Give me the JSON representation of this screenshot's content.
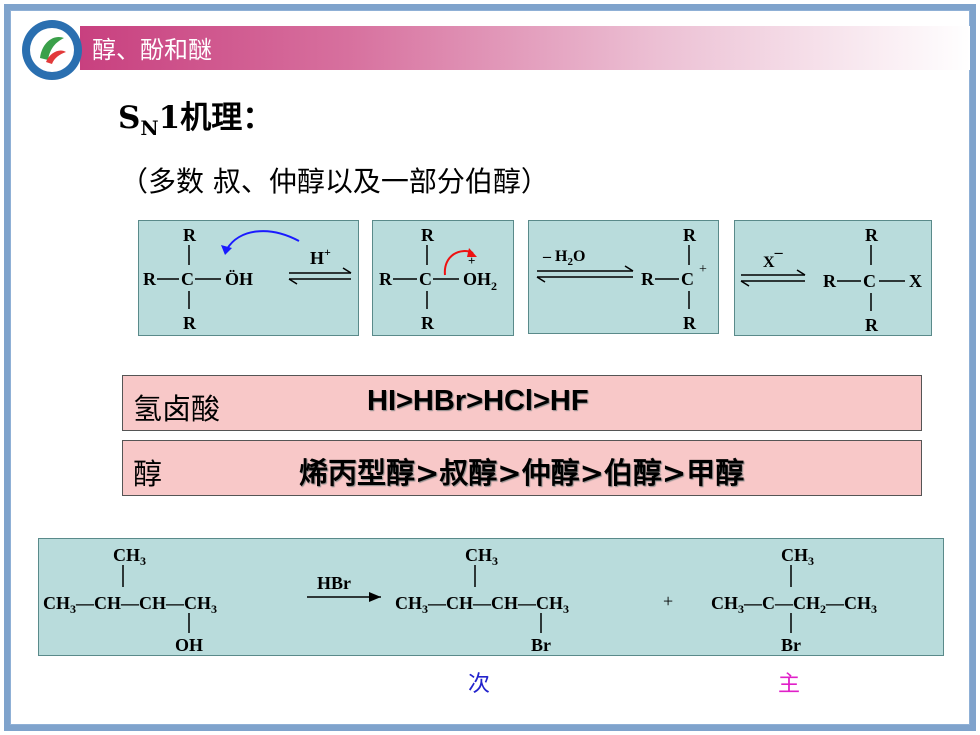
{
  "slide": {
    "title": "醇、酚和醚",
    "heading_main": "S",
    "heading_sub": "N",
    "heading_rest": "1机理：",
    "subtitle": "（多数 叔、仲醇以及一部分伯醇）"
  },
  "mechanism": {
    "step1": {
      "r_top": "R",
      "r_left": "R",
      "carbon": "C",
      "oh": "ÖH",
      "r_bottom": "R",
      "reagent": "H",
      "reagent_sup": "+"
    },
    "step2": {
      "r_top": "R",
      "r_left": "R",
      "carbon": "C",
      "oh2": "OH",
      "oh2_sub": "2",
      "plus": "+",
      "r_bottom": "R",
      "reagent": "– H",
      "reagent_sub": "2",
      "reagent_end": "O"
    },
    "step3": {
      "r_top": "R",
      "r_left": "R",
      "carbon": "C",
      "plus": "+",
      "r_bottom": "R",
      "reagent": "X",
      "reagent_sup": "–"
    },
    "step4": {
      "r_top": "R",
      "r_left": "R",
      "carbon": "C",
      "x": "X",
      "r_bottom": "R"
    }
  },
  "reactivity": {
    "acid_label": "氢卤酸",
    "acid_order": "HI>HBr>HCl>HF",
    "alcohol_label": "醇",
    "alcohol_order": "烯丙型醇>叔醇>仲醇>伯醇>甲醇"
  },
  "example": {
    "reagent": "HBr",
    "plus": "+",
    "minor_label": "次",
    "major_label": "主",
    "colors": {
      "minor": "#2222cc",
      "major": "#e020c8"
    }
  }
}
